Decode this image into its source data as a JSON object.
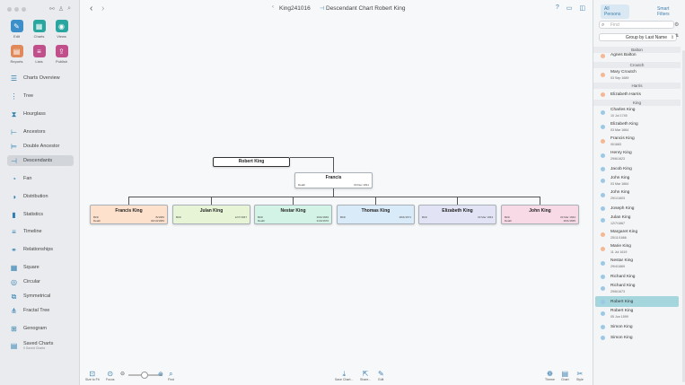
{
  "toolbar": {
    "tools": [
      {
        "label": "Edit",
        "icon": "pencil-icon",
        "color": "#3d8fc9",
        "glyph": "✎"
      },
      {
        "label": "Charts",
        "icon": "charts-icon",
        "color": "#2aa6a0",
        "glyph": "▦"
      },
      {
        "label": "Views",
        "icon": "eye-icon",
        "color": "#2aa6a0",
        "glyph": "◉"
      },
      {
        "label": "Reports",
        "icon": "reports-icon",
        "color": "#e08a5b",
        "glyph": "▤"
      },
      {
        "label": "Lists",
        "icon": "lists-icon",
        "color": "#c04f8c",
        "glyph": "≡"
      },
      {
        "label": "Publish",
        "icon": "publish-icon",
        "color": "#c04f8c",
        "glyph": "⇪"
      }
    ]
  },
  "nav": [
    {
      "label": "Charts Overview",
      "icon": "charts-overview-icon",
      "glyph": "☰"
    },
    {
      "label": "Tree",
      "icon": "tree-icon",
      "glyph": "⋮"
    },
    {
      "label": "Hourglass",
      "icon": "hourglass-icon",
      "glyph": "⧗"
    },
    {
      "label": "Ancestors",
      "icon": "ancestors-icon",
      "glyph": "⊢"
    },
    {
      "label": "Double Ancestor",
      "icon": "double-ancestor-icon",
      "glyph": "⊨"
    },
    {
      "label": "Descendants",
      "icon": "descendants-icon",
      "glyph": "⊣",
      "selected": true
    },
    {
      "label": "Fan",
      "icon": "fan-icon",
      "glyph": "◔"
    },
    {
      "label": "Distribution",
      "icon": "distribution-icon",
      "glyph": "◑"
    },
    {
      "label": "Statistics",
      "icon": "statistics-icon",
      "glyph": "▮"
    },
    {
      "label": "Timeline",
      "icon": "timeline-icon",
      "glyph": "≡"
    },
    {
      "label": "Relationships",
      "icon": "relationships-icon",
      "glyph": "⚭"
    },
    {
      "label": "Square",
      "icon": "square-icon",
      "glyph": "▦"
    },
    {
      "label": "Circular",
      "icon": "circular-icon",
      "glyph": "◎"
    },
    {
      "label": "Symmetrical",
      "icon": "symmetrical-icon",
      "glyph": "⧉"
    },
    {
      "label": "Fractal Tree",
      "icon": "fractal-tree-icon",
      "glyph": "⋔"
    },
    {
      "label": "Genogram",
      "icon": "genogram-icon",
      "glyph": "⊞"
    },
    {
      "label": "Saved Charts",
      "sub": "0 Saved Charts",
      "icon": "saved-charts-icon",
      "glyph": "▤"
    }
  ],
  "header": {
    "doc_title": "King241016",
    "chart_title": "Descendant Chart Robert King"
  },
  "chart": {
    "root": {
      "name": "Robert King"
    },
    "spouse": {
      "name": "Francis",
      "death_label": "Death",
      "death_date": "03 Dec 1811"
    },
    "children": [
      {
        "name": "Francis King",
        "birth_label": "Birth",
        "birth": "/5/1683",
        "death_label": "Death",
        "death": "02/10/1683",
        "color": "#fde1cc"
      },
      {
        "name": "Julan King",
        "birth_label": "Birth",
        "birth": "12/7/1667",
        "color": "#e7f5d6"
      },
      {
        "name": "Nestar King",
        "birth_label": "Birth",
        "birth": "29/4/1669",
        "death_label": "Death",
        "death": "31/3/1670",
        "color": "#d3f3e6"
      },
      {
        "name": "Thomas King",
        "birth_label": "Birth",
        "birth": "28/4/1671",
        "color": "#d9eaf8"
      },
      {
        "name": "Elizabeth King",
        "birth_label": "Birth",
        "birth": "03 Mar 1664",
        "color": "#e2e4f6"
      },
      {
        "name": "John King",
        "birth_label": "Birth",
        "birth": "03 Mar 1664",
        "death_label": "Death",
        "death": "29/1/1665",
        "color": "#f8d9e6"
      }
    ]
  },
  "bottom": {
    "size_to_fit": "Size to Fit",
    "focus": "Focus",
    "find": "Find",
    "save_chart": "Save Chart...",
    "share": "Share...",
    "edit": "Edit",
    "theme": "Theme",
    "chart": "Chart",
    "style": "Style"
  },
  "right": {
    "tab_all": "All Persons",
    "tab_smart": "Smart Filters",
    "find_placeholder": "Find",
    "group_by": "Group by Last Name",
    "sort_glyph": "⇅"
  },
  "person_list": [
    {
      "type": "header",
      "text": "Balton"
    },
    {
      "type": "person",
      "name": "Agnes Balton",
      "gender": "f",
      "clipped": true
    },
    {
      "type": "header",
      "text": "Croutch"
    },
    {
      "type": "person",
      "name": "Mary Croutch",
      "date": "03 Sep 1689",
      "gender": "f"
    },
    {
      "type": "header",
      "text": "Harris"
    },
    {
      "type": "person",
      "name": "Elizabeth Harris",
      "gender": "f"
    },
    {
      "type": "header",
      "text": "King"
    },
    {
      "type": "person",
      "name": "Charles King",
      "date": "10 Jul 1745",
      "gender": "m"
    },
    {
      "type": "person",
      "name": "Elizabeth King",
      "date": "03 Mar 1664",
      "gender": "m"
    },
    {
      "type": "person",
      "name": "Francis King",
      "date": "/5/1683",
      "gender": "f"
    },
    {
      "type": "person",
      "name": "Henry King",
      "date": "29/6/1623",
      "gender": "m"
    },
    {
      "type": "person",
      "name": "Jacob King",
      "gender": "m"
    },
    {
      "type": "person",
      "name": "John King",
      "date": "03 Mar 1664",
      "gender": "m"
    },
    {
      "type": "person",
      "name": "John King",
      "date": "29/1/1603",
      "gender": "m"
    },
    {
      "type": "person",
      "name": "Joseph King",
      "gender": "m"
    },
    {
      "type": "person",
      "name": "Julan King",
      "date": "12/7/1667",
      "gender": "m"
    },
    {
      "type": "person",
      "name": "Margaret King",
      "date": "25/11/1666",
      "gender": "f"
    },
    {
      "type": "person",
      "name": "Marie King",
      "date": "11 Jul 1619",
      "gender": "f"
    },
    {
      "type": "person",
      "name": "Nestar King",
      "date": "29/4/1669",
      "gender": "m"
    },
    {
      "type": "person",
      "name": "Richard King",
      "gender": "m"
    },
    {
      "type": "person",
      "name": "Richard King",
      "date": "29/6/1673",
      "gender": "m"
    },
    {
      "type": "person",
      "name": "Robert King",
      "gender": "m",
      "selected": true
    },
    {
      "type": "person",
      "name": "Robert King",
      "date": "05 Jun 1599",
      "gender": "m"
    },
    {
      "type": "person",
      "name": "Simon King",
      "gender": "m"
    },
    {
      "type": "person",
      "name": "Simon King",
      "gender": "m"
    }
  ],
  "colors": {
    "male": "#9cc8e6",
    "female": "#f4b894",
    "accent": "#3d7fb0",
    "selected": "#a5d6de"
  }
}
